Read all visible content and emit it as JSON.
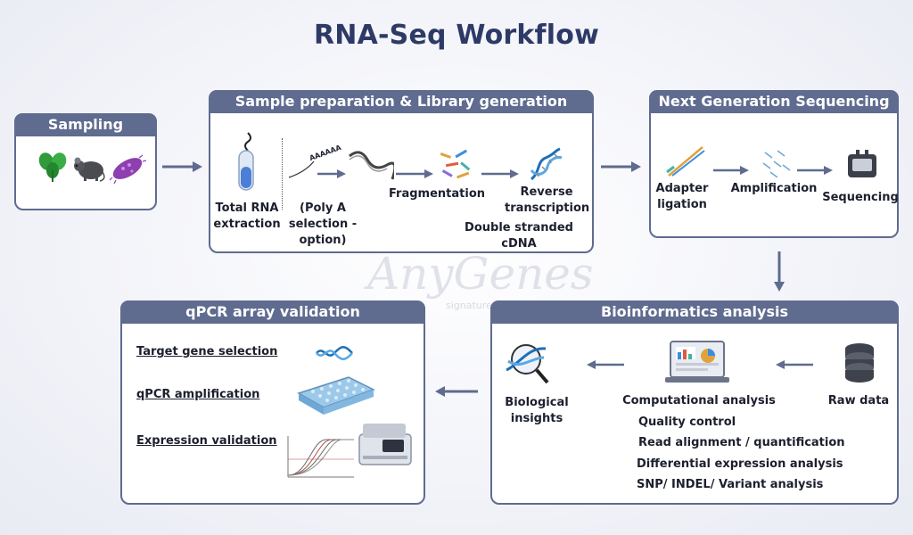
{
  "title": "RNA-Seq Workflow",
  "watermark": {
    "brand": "AnyGenes",
    "sub": "signature"
  },
  "sampling": {
    "header": "Sampling"
  },
  "library": {
    "header": "Sample preparation & Library generation",
    "total_rna": "Total RNA extraction",
    "polya": "(Poly A selection - option)",
    "polya_tag": "AAAAAA",
    "fragmentation": "Fragmentation",
    "reverse": "Reverse transcription",
    "double": "Double stranded cDNA"
  },
  "ngs": {
    "header": "Next Generation Sequencing",
    "adapter": "Adapter ligation",
    "amplification": "Amplification",
    "sequencing": "Sequencing"
  },
  "bioinfo": {
    "header": "Bioinformatics analysis",
    "insights": "Biological insights",
    "computational": "Computational analysis",
    "raw": "Raw data",
    "steps": [
      "Quality control",
      "Read alignment / quantification",
      "Differential expression analysis",
      "SNP/ INDEL/ Variant analysis"
    ]
  },
  "qpcr": {
    "header": "qPCR array validation",
    "target": "Target gene selection",
    "amplification": "qPCR amplification",
    "expression": "Expression validation"
  },
  "colors": {
    "header": "#5f6b8f",
    "title": "#2e3a66",
    "arrow": "#5f6b8f"
  }
}
